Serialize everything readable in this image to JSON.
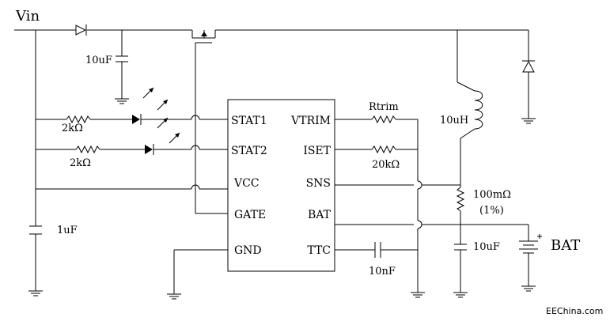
{
  "labels": {
    "vin": "Vin",
    "cap_10uf_input": "10uF",
    "cap_1uf": "1uF",
    "res_2k_stat1": "2kΩ",
    "res_2k_stat2": "2kΩ",
    "res_rtrim": "Rtrim",
    "res_20k": "20kΩ",
    "inductor": "10uH",
    "res_sense": "100mΩ",
    "res_sense_tol": "(1%)",
    "cap_10uf_out": "10uF",
    "cap_10nf": "10nF",
    "battery": "BAT",
    "watermark": "EEChina.com"
  },
  "ic": {
    "left_pins": [
      "STAT1",
      "STAT2",
      "VCC",
      "GATE",
      "GND"
    ],
    "right_pins": [
      "VTRIM",
      "ISET",
      "SNS",
      "BAT",
      "TTC"
    ]
  }
}
